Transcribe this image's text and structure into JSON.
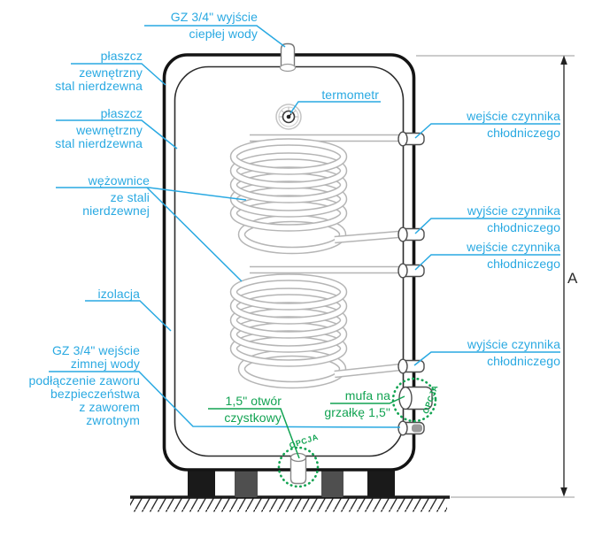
{
  "colors": {
    "label_blue": "#29a9e2",
    "option_green": "#12a352",
    "outline_dark": "#1a1a1a",
    "coil_gray": "#b5b5b5"
  },
  "labels": {
    "hot_water_out": {
      "lines": [
        "GZ 3/4\" wyjście",
        "ciepłej wody"
      ]
    },
    "outer_shell": {
      "lines": [
        "płaszcz",
        "zewnętrzny",
        "stal nierdzewna"
      ]
    },
    "inner_shell": {
      "lines": [
        "płaszcz",
        "wewnętrzny",
        "stal nierdzewna"
      ]
    },
    "coils": {
      "lines": [
        "wężownice",
        "ze stali",
        "nierdzewnej"
      ]
    },
    "insulation": {
      "lines": [
        "izolacja"
      ]
    },
    "cold_water_in": {
      "lines": [
        "GZ 3/4\" wejście",
        "zimnej wody",
        "podłączenie zaworu",
        "bezpieczeństwa",
        "z zaworem",
        "zwrotnym"
      ]
    },
    "thermometer": {
      "lines": [
        "termometr"
      ]
    },
    "refrigerant_in_top": {
      "lines": [
        "wejście czynnika",
        "chłodniczego"
      ]
    },
    "refrigerant_out_mid": {
      "lines": [
        "wyjście czynnika",
        "chłodniczego"
      ]
    },
    "refrigerant_in_mid": {
      "lines": [
        "wejście czynnika",
        "chłodniczego"
      ]
    },
    "refrigerant_out_bottom": {
      "lines": [
        "wyjście czynnika",
        "chłodniczego"
      ]
    },
    "heater_sleeve": {
      "lines": [
        "mufa na",
        "grzałkę 1,5\""
      ]
    },
    "cleanout": {
      "lines": [
        "1,5\" otwór",
        "czystkowy"
      ]
    },
    "option": "OPCJA",
    "dimension": "A"
  }
}
